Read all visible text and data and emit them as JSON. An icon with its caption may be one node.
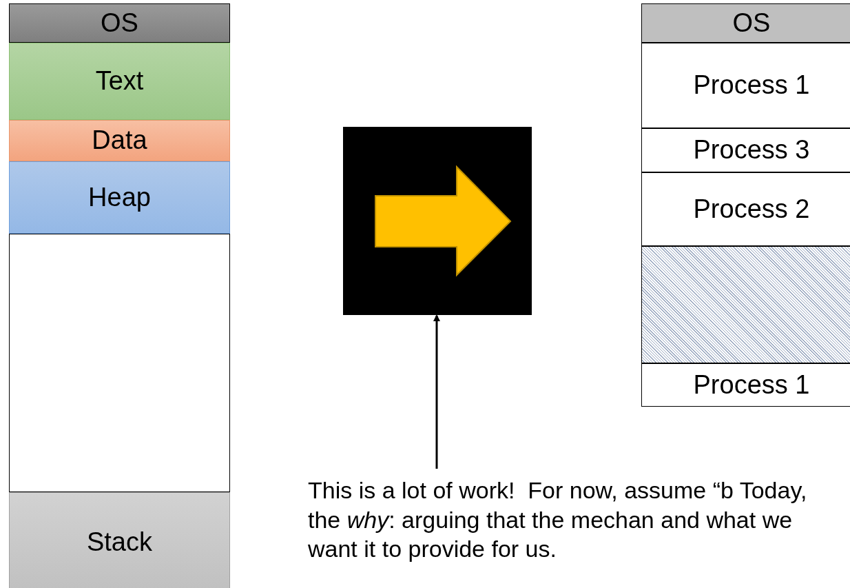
{
  "diagram": {
    "nodes": [
      {
        "text": [
          "OS"
        ]
      },
      {
        "text": [
          "Text"
        ]
      },
      {
        "text": [
          "Data"
        ]
      },
      {
        "text": [
          "Heap"
        ]
      },
      {
        "text": [],
        "shape": "box"
      },
      {
        "text": [
          "Stack"
        ]
      },
      {
        "text": [],
        "shape": "picture"
      },
      {
        "text": [
          "OS"
        ]
      },
      {
        "text": [
          "Process 1"
        ]
      },
      {
        "text": [
          "Process 3"
        ]
      },
      {
        "text": [
          "Process 2"
        ]
      },
      {
        "text": [],
        "shape": "box"
      },
      {
        "text": [
          "Process 1"
        ]
      },
      {
        "text": [
          "This is a lot of work!  For now, assume “b Today, the *why*: arguing that the mechan and what we want it to provide for us."
        ]
      }
    ],
    "edges": [
      {
        "from": 13,
        "to": 6,
        "arrow": "to"
      }
    ]
  }
}
